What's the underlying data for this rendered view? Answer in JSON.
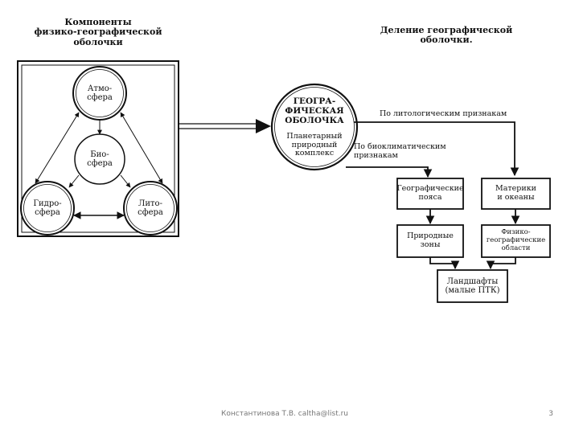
{
  "left_title": [
    "Компоненты",
    "физико-географической",
    "оболочки"
  ],
  "right_title": "Деление географической оболочки.",
  "spheres": {
    "atmosphere": "Атмо-\nсфера",
    "biosphere": "Био-\nсфера",
    "hydrosphere": "Гидро-\nсфера",
    "lithosphere": "Лито-\nсфера"
  },
  "geo_envelope": {
    "title": "ГЕОГРА-\nФИЧЕСКАЯ\nОБОЛОЧКА",
    "subtitle": "Планетарный\nприродный\nкомплекс"
  },
  "branch_labels": {
    "lithologic": "По литологическим признакам",
    "bioclimatic": "По биоклиматическим\nпризнакам"
  },
  "boxes": {
    "geo_belts": "Географические\nпояса",
    "continents": "Материки\nи океаны",
    "natural_zones": "Природные\nзоны",
    "phys_geo_regions": "Физико-\nгеографические\nобласти",
    "landscapes": "Ландшафты\n(малые ПТК)"
  },
  "footer": {
    "author": "Константинова Т.В. caltha@list.ru",
    "page": "3"
  }
}
